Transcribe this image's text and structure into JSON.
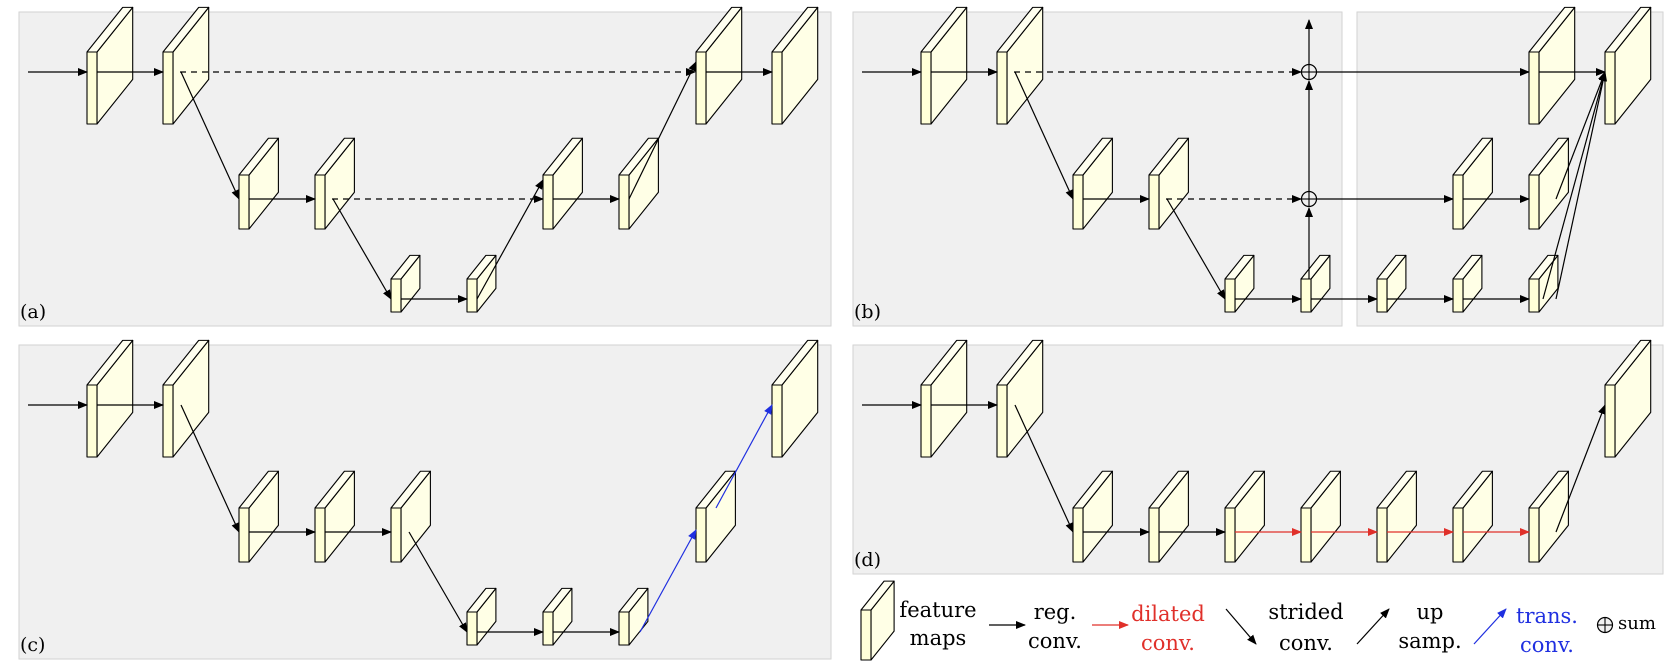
{
  "panels": [
    {
      "id": "a",
      "label": "(a)"
    },
    {
      "id": "b",
      "label": "(b)"
    },
    {
      "id": "c",
      "label": "(c)"
    },
    {
      "id": "d",
      "label": "(d)"
    }
  ],
  "legend": {
    "feature_maps": [
      "feature",
      "maps"
    ],
    "reg_conv": [
      "reg.",
      "conv."
    ],
    "dilated_conv": [
      "dilated",
      "conv."
    ],
    "strided_conv": [
      "strided",
      "conv."
    ],
    "up_samp": [
      "up",
      "samp."
    ],
    "trans_conv": [
      "trans.",
      "conv."
    ],
    "sum": "sum",
    "sum_symbol": "⊕"
  },
  "colors": {
    "regular": "#000000",
    "dilated": "#e0302a",
    "transposed": "#1f2fe0",
    "panel_background": "#f0f0f0",
    "feature_map_fill": "#ffffd8"
  }
}
